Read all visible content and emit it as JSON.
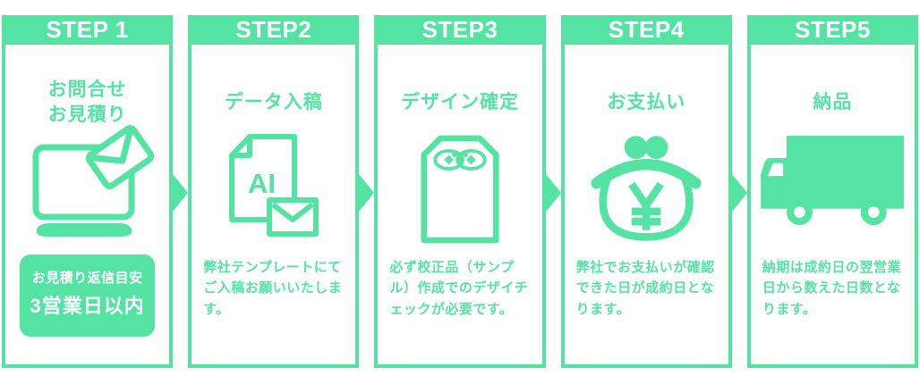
{
  "accent_color": "#55e3a4",
  "flow": {
    "steps": [
      {
        "header": "STEP 1",
        "title": "お問合せ\nお見積り",
        "icon": "monitor-mail-icon",
        "note": {
          "line1": "お見積り返信目安",
          "line2": "3営業日以内"
        }
      },
      {
        "header": "STEP2",
        "title": "データ入稿",
        "icon": "ai-file-mail-icon",
        "description": "弊社テンプレートにてご入稿お願いいたします。"
      },
      {
        "header": "STEP3",
        "title": "デザイン確定",
        "icon": "sample-envelope-icon",
        "description": "必ず校正品（サンプル）作成でのデザイチェックが必要です。"
      },
      {
        "header": "STEP4",
        "title": "お支払い",
        "icon": "coin-purse-icon",
        "description": "弊社でお支払いが確認できた日が成約日となります。"
      },
      {
        "header": "STEP5",
        "title": "納品",
        "icon": "delivery-truck-icon",
        "description": "納期は成約日の翌営業日から数えた日数となります。"
      }
    ]
  }
}
